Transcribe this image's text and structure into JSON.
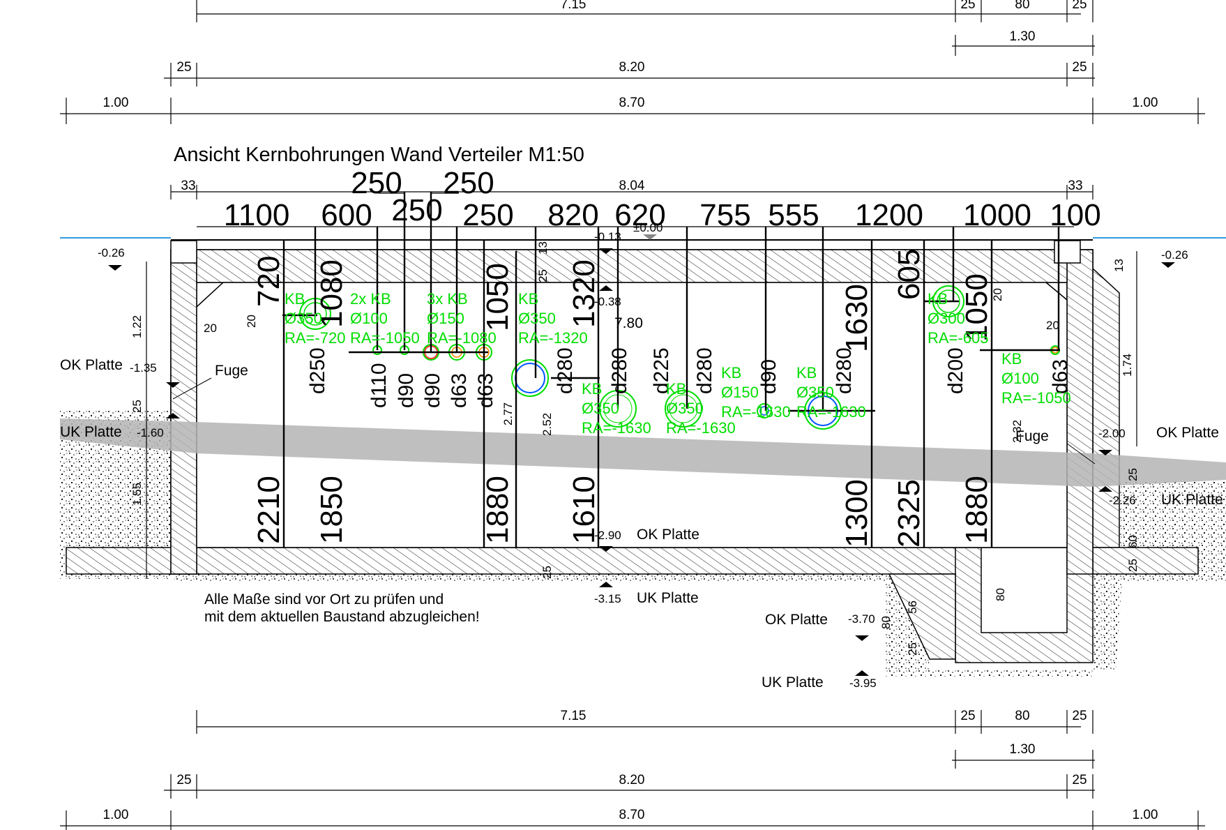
{
  "title": "Ansicht Kernbohrungen Wand Verteiler M1:50",
  "note_lines": [
    "Alle Maße sind vor Ort zu prüfen und",
    "mit dem aktuellen Baustand abzugleichen!"
  ],
  "top_dims": {
    "row1": [
      "7.15",
      "25",
      "80",
      "25"
    ],
    "row2": [
      "1.30"
    ],
    "row3": [
      "25",
      "8.20",
      "25"
    ],
    "row4": [
      "1.00",
      "8.70",
      "1.00"
    ]
  },
  "bottom_dims": {
    "row1": [
      "7.15",
      "25",
      "80",
      "25"
    ],
    "row2": [
      "1.30"
    ],
    "row3": [
      "25",
      "8.20",
      "25"
    ],
    "row4": [
      "1.00",
      "8.70",
      "1.00"
    ]
  },
  "plan_top": {
    "left": "33",
    "center": "8.04",
    "right": "33",
    "upper": [
      "250",
      "250"
    ],
    "main": [
      "1100",
      "600",
      "250",
      "250",
      "820",
      "620",
      "755",
      "555",
      "1200",
      "1000",
      "100"
    ]
  },
  "levels": {
    "zero": "±0.00",
    "m013": "-0.13",
    "m038": "-0.38",
    "m026_left": "-0.26",
    "m026_right": "-0.26",
    "m135": "-1.35",
    "m160": "-1.60",
    "m200": "-2.00",
    "m226": "-2.26",
    "m290": "-2.90",
    "m315": "-3.15",
    "m370": "-3.70",
    "m395": "-3.95"
  },
  "labels": {
    "ok_platte": "OK Platte",
    "uk_platte": "UK Platte",
    "fuge": "Fuge",
    "fuge2": "Fuge",
    "ok_platte_left": "OK Platte",
    "uk_platte_left": "UK Platte",
    "ok_platte_right": "OK Platte",
    "uk_platte_right": "UK Platte",
    "ok_platte_pit": "OK Platte",
    "uk_platte_pit": "UK Platte",
    "len_780": "7.80"
  },
  "wall_dims": {
    "left_122": "1.22",
    "d20a": "20",
    "d20b": "20",
    "d25a": "25",
    "d155": "1.55",
    "d277": "2.77",
    "d252": "2.52",
    "d25b": "25",
    "d13": "13",
    "d25c": "25",
    "d174": "1.74",
    "d13r": "13",
    "d20r": "20",
    "d20r2": "20",
    "d232": "2.32",
    "d25r": "25",
    "d60": "60",
    "d25r2": "25",
    "d80a": "80",
    "d80b": "80",
    "d56": "56",
    "d25p": "25"
  },
  "vertical_big": [
    "720",
    "1080",
    "1050",
    "1320",
    "1630",
    "605",
    "1050",
    "2210",
    "1850",
    "1880",
    "1610",
    "1300",
    "2325",
    "1880"
  ],
  "pipes": [
    "d250",
    "d110",
    "d90",
    "d90",
    "d63",
    "d63",
    "d280",
    "d280",
    "d225",
    "d280",
    "d90",
    "d280",
    "d200",
    "d63"
  ],
  "cores": [
    {
      "lines": [
        "KB",
        "Ø350",
        "RA=-720"
      ]
    },
    {
      "lines": [
        "2x KB",
        "Ø100",
        "RA=-1050"
      ]
    },
    {
      "lines": [
        "3x KB",
        "Ø150",
        "RA=-1080"
      ]
    },
    {
      "lines": [
        "KB",
        "Ø350",
        "RA=-1320"
      ]
    },
    {
      "lines": [
        "KB",
        "Ø350",
        "RA=-1630"
      ]
    },
    {
      "lines": [
        "KB",
        "Ø350",
        "RA=-1630"
      ]
    },
    {
      "lines": [
        "KB",
        "Ø150",
        "RA=-1630"
      ]
    },
    {
      "lines": [
        "KB",
        "Ø350",
        "RA=-1630"
      ]
    },
    {
      "lines": [
        "KB",
        "Ø300",
        "RA=-605"
      ]
    },
    {
      "lines": [
        "KB",
        "Ø100",
        "RA=-1050"
      ]
    }
  ],
  "colors": {
    "green": "#00dd00",
    "blue": "#0055ff",
    "water": "#3399dd",
    "grey_band": "#b4b4b4"
  }
}
